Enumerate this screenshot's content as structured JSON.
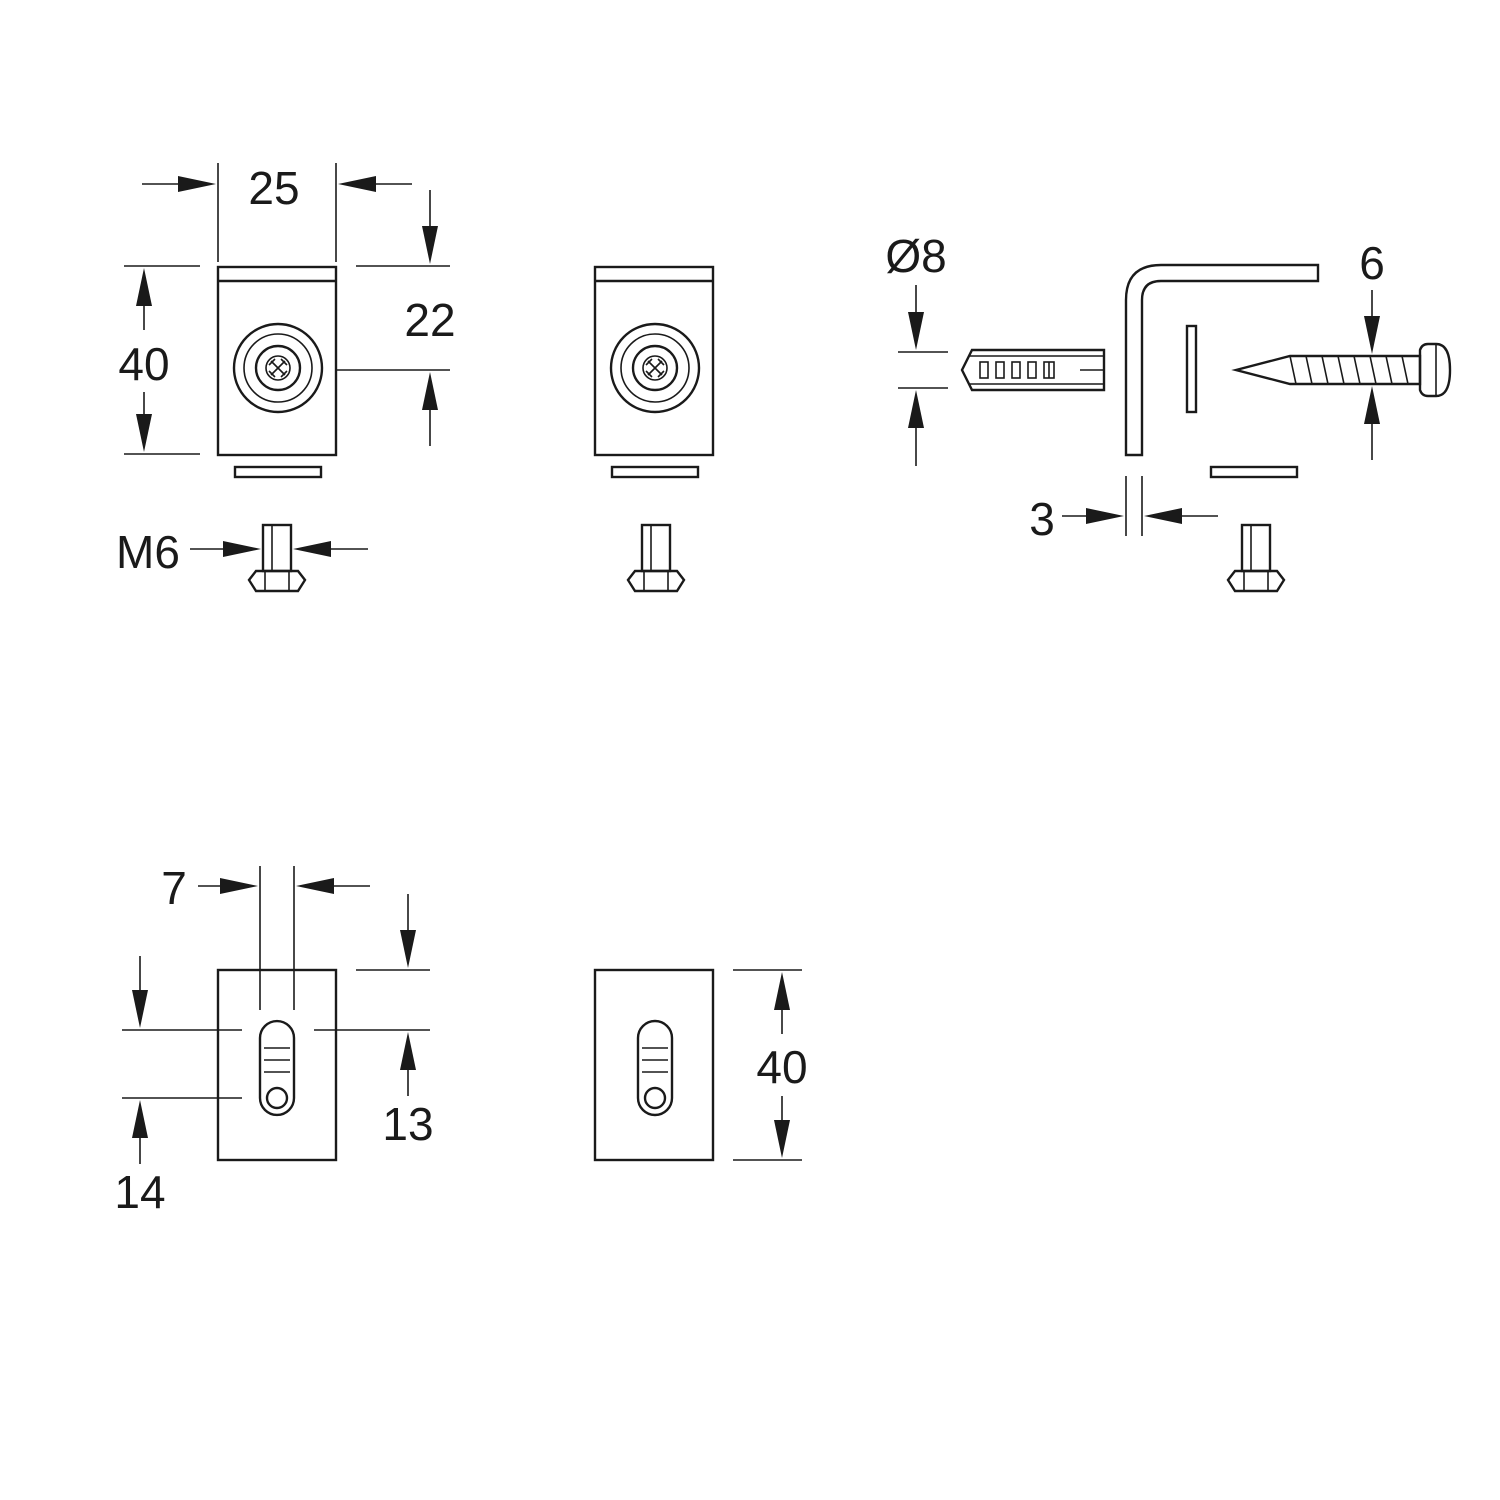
{
  "dimensions": {
    "top_width": "25",
    "top_height": "40",
    "top_hole_offset": "22",
    "bolt_thread": "M6",
    "anchor_diameter": "Ø8",
    "screw_diameter": "6",
    "bracket_thickness": "3",
    "slot_width": "7",
    "slot_top_offset": "13",
    "slot_bottom_offset": "14",
    "plate_height": "40"
  },
  "colors": {
    "line": "#1a1a1a",
    "background": "#ffffff"
  }
}
